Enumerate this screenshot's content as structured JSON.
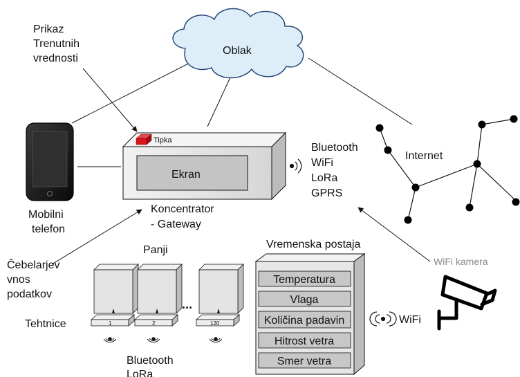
{
  "cloud": {
    "label": "Oblak"
  },
  "annotation": {
    "line1": "Prikaz",
    "line2": "Trenutnih",
    "line3": "vrednosti"
  },
  "phone": {
    "line1": "Mobilni",
    "line2": "telefon"
  },
  "gateway": {
    "button_label": "Tipka",
    "screen_label": "Ekran",
    "name_line1": "Koncentrator",
    "name_line2": "- Gateway",
    "comms": [
      "Bluetooth",
      "WiFi",
      "LoRa",
      "GPRS"
    ]
  },
  "internet": {
    "label": "Internet"
  },
  "camera": {
    "label": "WiFi kamera"
  },
  "beekeeper_input": {
    "line1": "Čebelarjev",
    "line2": "vnos",
    "line3": "podatkov"
  },
  "hives": {
    "label": "Panji",
    "ellipsis": "...",
    "scales_label": "Tehtnice",
    "scale_numbers": [
      "1",
      "2",
      "120"
    ],
    "comms_line1": "Bluetooth",
    "comms_line2": "LoRa"
  },
  "weather_station": {
    "title": "Vremenska postaja",
    "sensors": [
      "Temperatura",
      "Vlaga",
      "Količina padavin",
      "Hitrost vetra",
      "Smer vetra"
    ],
    "link_label": "WiFi"
  },
  "colors": {
    "cloud_fill": "#ddeef8",
    "cloud_stroke": "#2a4a7a",
    "button_red": "#d9141c",
    "gateway_screen": "#c4c4c4",
    "device_gray": "#e6e6e6",
    "camera_label": "#8a8a8a"
  }
}
